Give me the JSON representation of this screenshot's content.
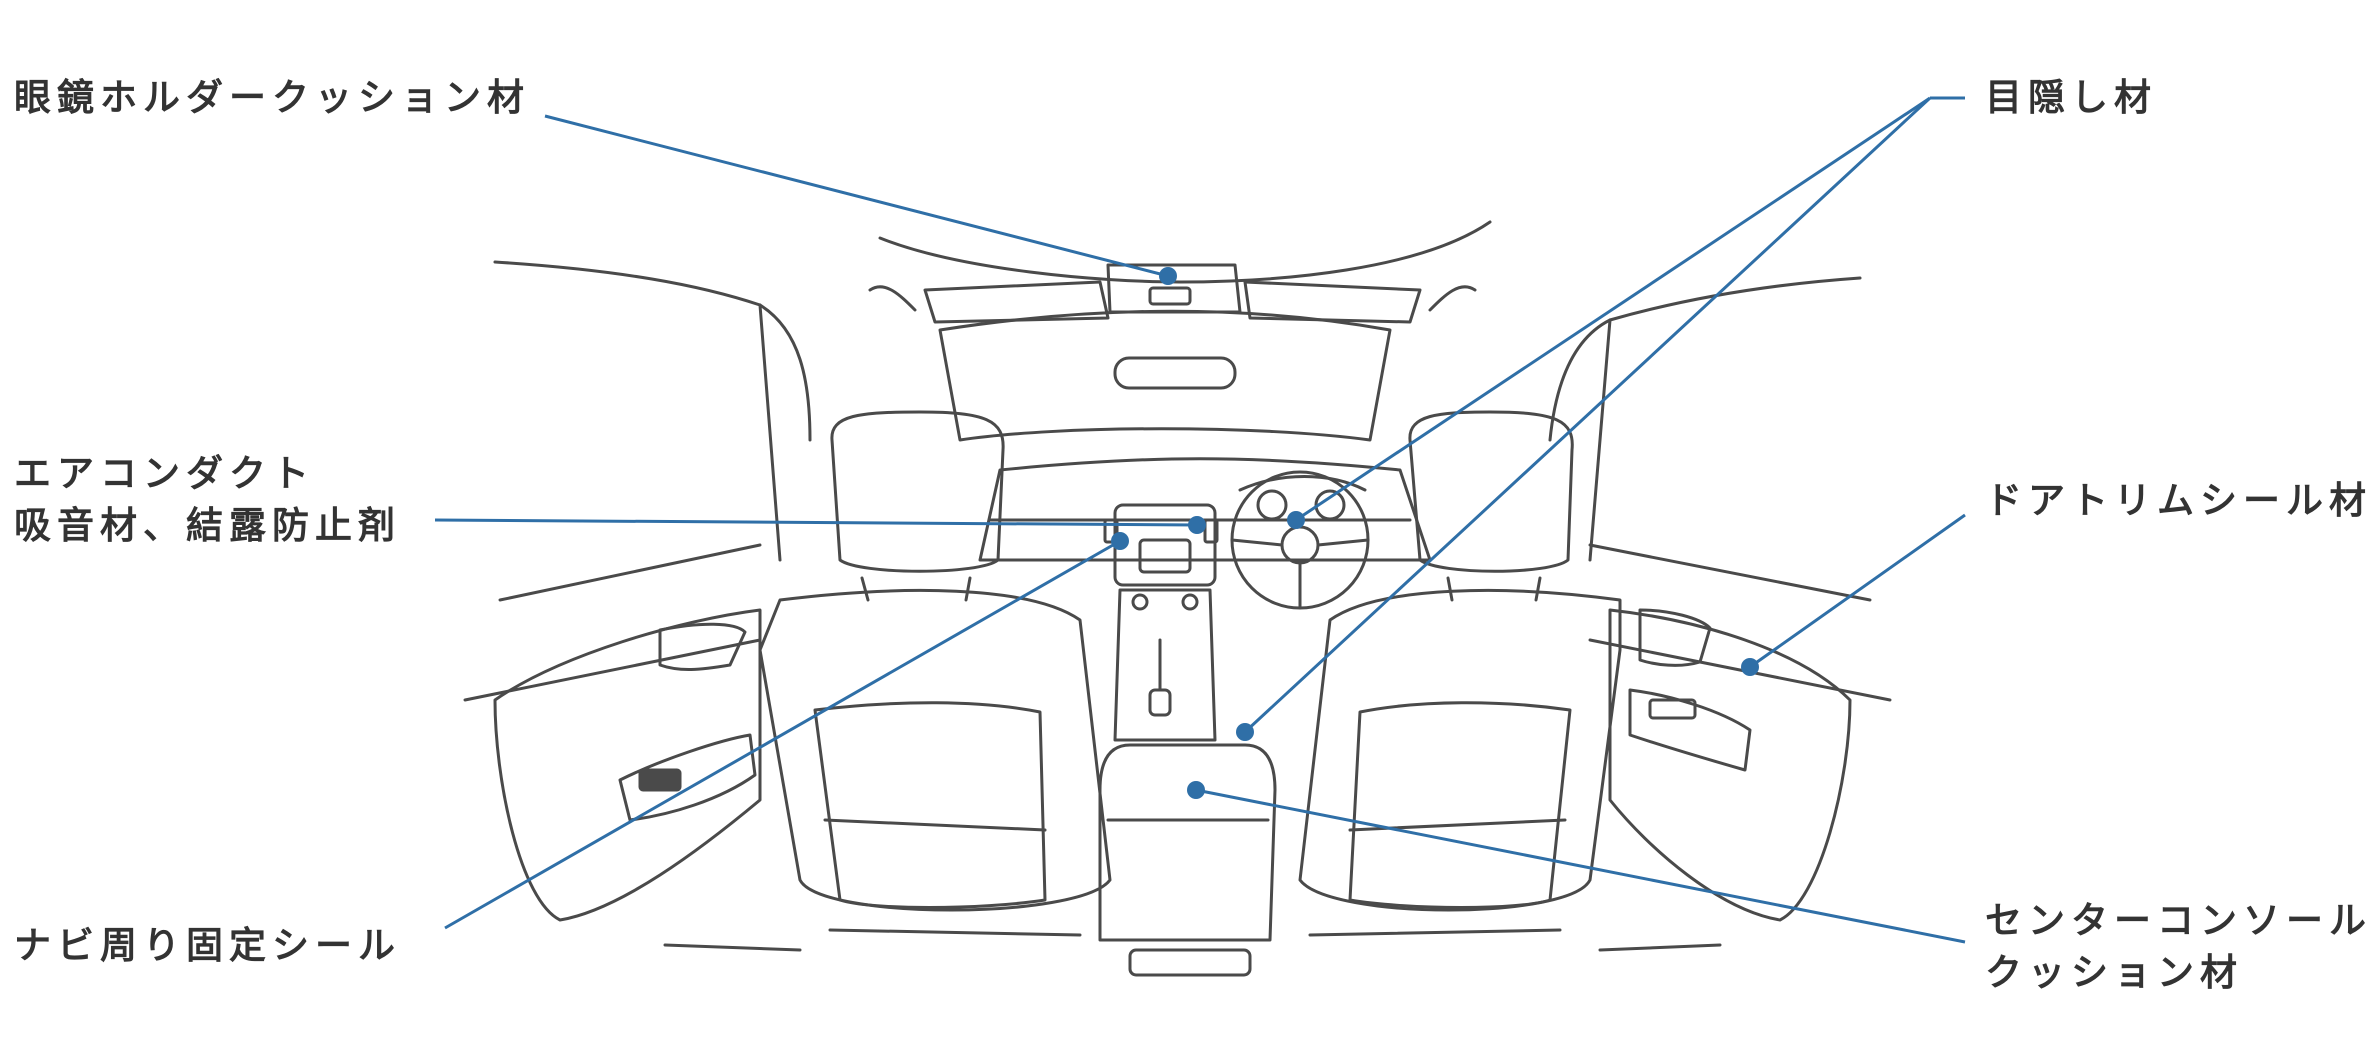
{
  "colors": {
    "leader_line": "#2f6fa7",
    "marker": "#2f6fa7",
    "sketch_line": "#4a4a4a",
    "label_text": "#333333",
    "background": "#ffffff"
  },
  "callouts": {
    "glasses_holder": {
      "text": "眼鏡ホルダークッション材"
    },
    "aircon_duct": {
      "line1": "エアコンダクト",
      "line2": "吸音材、結露防止剤"
    },
    "navi_seal": {
      "text": "ナビ周り固定シール"
    },
    "blindfold": {
      "text": "目隠し材"
    },
    "door_trim": {
      "text": "ドアトリムシール材"
    },
    "center_console": {
      "line1": "センターコンソール",
      "line2": "クッション材"
    }
  }
}
